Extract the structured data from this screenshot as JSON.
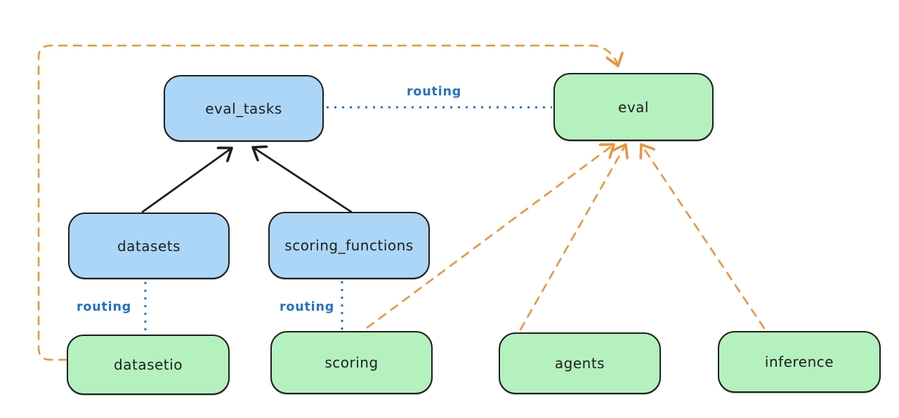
{
  "diagram": {
    "nodes": {
      "eval_tasks": {
        "label": "eval_tasks",
        "kind": "api"
      },
      "eval": {
        "label": "eval",
        "kind": "provider"
      },
      "datasets": {
        "label": "datasets",
        "kind": "api"
      },
      "scoring_functions": {
        "label": "scoring_functions",
        "kind": "api"
      },
      "datasetio": {
        "label": "datasetio",
        "kind": "provider"
      },
      "scoring": {
        "label": "scoring",
        "kind": "provider"
      },
      "agents": {
        "label": "agents",
        "kind": "provider"
      },
      "inference": {
        "label": "inference",
        "kind": "provider"
      }
    },
    "edges": {
      "datasets_to_eval_tasks": {
        "style": "solid-black-arrow"
      },
      "scoring_functions_to_eval_tasks": {
        "style": "solid-black-arrow"
      },
      "eval_tasks_to_eval": {
        "label": "routing",
        "style": "dotted-blue"
      },
      "datasets_to_datasetio": {
        "label": "routing",
        "style": "dotted-blue"
      },
      "scoring_functions_to_scoring": {
        "label": "routing",
        "style": "dotted-blue"
      },
      "datasetio_to_eval": {
        "style": "dashed-orange-arrow"
      },
      "scoring_to_eval": {
        "style": "dashed-orange-arrow"
      },
      "agents_to_eval": {
        "style": "dashed-orange-arrow"
      },
      "inference_to_eval": {
        "style": "dashed-orange-arrow"
      }
    },
    "colors": {
      "api_fill": "#abd6f7",
      "provider_fill": "#b5f1be",
      "node_stroke": "#1e1e1e",
      "arrow_black": "#1e1e1e",
      "arrow_orange": "#e8963c",
      "routing_blue": "#2471c4",
      "background": "#ffffff"
    }
  }
}
